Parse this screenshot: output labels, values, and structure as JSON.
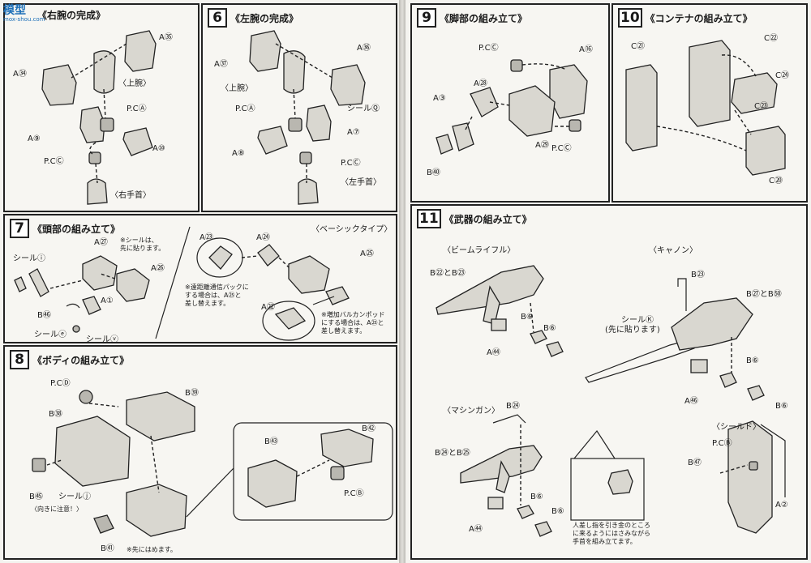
{
  "watermark": {
    "text": "模型",
    "url": "mox-shou.com"
  },
  "step5": {
    "title": "《右腕の完成》",
    "labels": [
      "A㉟",
      "A㉞",
      "〈上腕〉",
      "P.CⒶ",
      "A⑨",
      "A⑩",
      "P.CⒸ",
      "〈右手首〉"
    ]
  },
  "step6": {
    "num": "6",
    "title": "《左腕の完成》",
    "labels": [
      "A㊱",
      "A㊲",
      "〈上腕〉",
      "P.CⒶ",
      "シールⓆ",
      "A⑦",
      "A⑧",
      "P.CⒸ",
      "〈左手首〉"
    ]
  },
  "step7": {
    "num": "7",
    "title": "《頭部の組み立て》",
    "labels": [
      "A㉗",
      "シールⓘ",
      "A㉖",
      "B㊻",
      "A①",
      "シールⓔ",
      "シールⓥ",
      "A㉓",
      "A㉔",
      "A㉕",
      "A㉒",
      "〈ベーシックタイプ〉"
    ],
    "notes": [
      "※シールは、\n先に貼ります。",
      "※遠距離通信パックに\nする場合は、A㉕と\n差し替えます。",
      "※増加バルカンポッド\nにする場合は、A㉕と\n差し替えます。"
    ]
  },
  "step8": {
    "num": "8",
    "title": "《ボディの組み立て》",
    "labels": [
      "P.CⒹ",
      "B㊴",
      "B㊳",
      "B㊸",
      "シールⓙ",
      "B㊺",
      "B㊶",
      "B㊷",
      "P.CⒷ"
    ],
    "notes": [
      "〈向きに注意！〉",
      "※先にはめます。"
    ]
  },
  "step9": {
    "num": "9",
    "title": "《脚部の組み立て》",
    "labels": [
      "P.CⒸ",
      "A⑯",
      "A㉘",
      "A③",
      "A㉙",
      "P.CⒸ",
      "B㊵"
    ]
  },
  "step10": {
    "num": "10",
    "title": "《コンテナの組み立て》",
    "labels": [
      "C㉑",
      "C㉒",
      "C㉔",
      "C㉓",
      "C⑳"
    ]
  },
  "step11": {
    "num": "11",
    "title": "《武器の組み立て》",
    "labels": [
      "〈ビームライフル〉",
      "B㉒とB㉓",
      "B⑥",
      "B⑥",
      "A㊹",
      "〈キャノン〉",
      "B㉓",
      "B㉗とB㊿",
      "シールⓀ",
      "(先に貼ります)",
      "B⑥",
      "A㊻",
      "B⑥",
      "〈マシンガン〉",
      "B㉔",
      "B㉔とB㉕",
      "B⑥",
      "A㊹",
      "B⑥",
      "〈シールド〉",
      "P.CⒷ",
      "B㊼",
      "A②"
    ],
    "notes": [
      "人差し指を引き金のところ\nに来るようにはさみながら\n手首を組み立てます。"
    ]
  }
}
